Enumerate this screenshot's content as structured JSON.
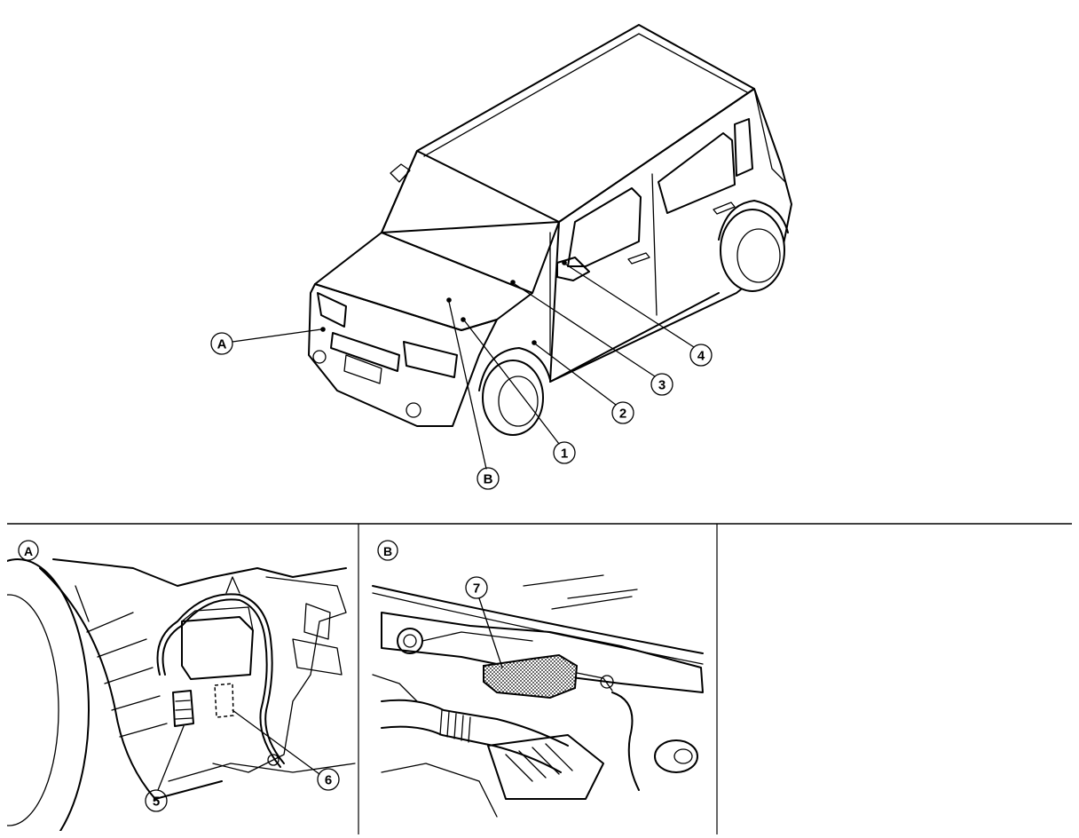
{
  "diagram": {
    "callouts": {
      "c1": "1",
      "c2": "2",
      "c3": "3",
      "c4": "4",
      "c5": "5",
      "c6": "6",
      "c7": "7"
    },
    "views": {
      "a": "A",
      "b": "B"
    },
    "panels": {
      "detail_a_label": "A",
      "detail_b_label": "B"
    }
  }
}
